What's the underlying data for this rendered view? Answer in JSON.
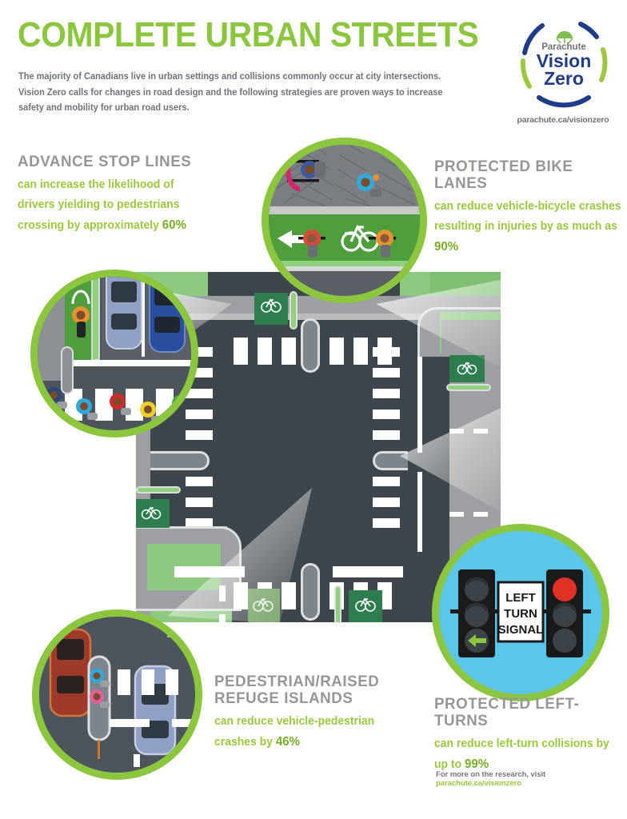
{
  "header": {
    "title": "COMPLETE URBAN STREETS",
    "intro": "The majority of Canadians live in urban settings and collisions commonly occur at city intersections. Vision Zero calls for changes in road design and the following strategies are proven ways to increase safety and mobility for urban road users."
  },
  "logo": {
    "brand": "Parachute",
    "line1": "Vision",
    "line2": "Zero",
    "url": "parachute.ca/visionzero"
  },
  "colors": {
    "green": "#8CC63E",
    "green_dark": "#79AD28",
    "body_green": "#9BC83F",
    "heading_gray": "#949699",
    "text_gray": "#6E7379",
    "asphalt": "#3D464C",
    "signal_blue": "#5BC6E8",
    "bike_lane_green": "#4E9E3E"
  },
  "callouts": [
    {
      "id": "advance-stop-lines",
      "heading": "ADVANCE STOP LINES",
      "body_before": "can increase the likelihood of drivers yielding to pedestrians crossing by approximately ",
      "stat": "60%",
      "body_after": ""
    },
    {
      "id": "protected-bike-lanes",
      "heading": "PROTECTED BIKE LANES",
      "body_before": "can reduce vehicle-bicycle crashes resulting in injuries by as much as ",
      "stat": "90%",
      "body_after": ""
    },
    {
      "id": "pedestrian-raised-refuge-islands",
      "heading": "PEDESTRIAN/RAISED\nREFUGE ISLANDS",
      "body_before": "can reduce vehicle-pedestrian crashes by ",
      "stat": "46%",
      "body_after": ""
    },
    {
      "id": "protected-left-turns",
      "heading": "PROTECTED LEFT-TURNS",
      "body_before": "can reduce left-turn collisions by up to ",
      "stat": "99%",
      "body_after": ""
    }
  ],
  "signal_sign": {
    "line1": "LEFT",
    "line2": "TURN",
    "line3": "SIGNAL"
  },
  "footer": {
    "prefix": "For more on the research, visit ",
    "link": "parachute.ca/visionzero"
  }
}
